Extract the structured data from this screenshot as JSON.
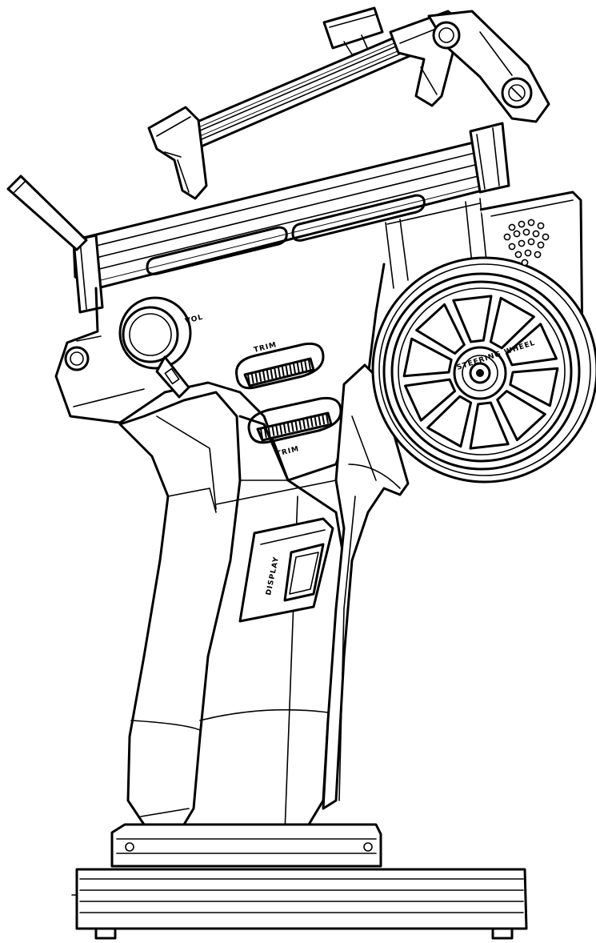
{
  "drawing": {
    "subject": "RC car transmitter",
    "line_color": "#000000",
    "background_color": "#ffffff",
    "marks": {
      "dial_label": "VOL",
      "upper_trim_label": "TRIM",
      "lower_trim_label": "TRIM",
      "wheel_hub_text": "STEERING WHEEL",
      "screen_side_label": "DISPLAY"
    }
  }
}
